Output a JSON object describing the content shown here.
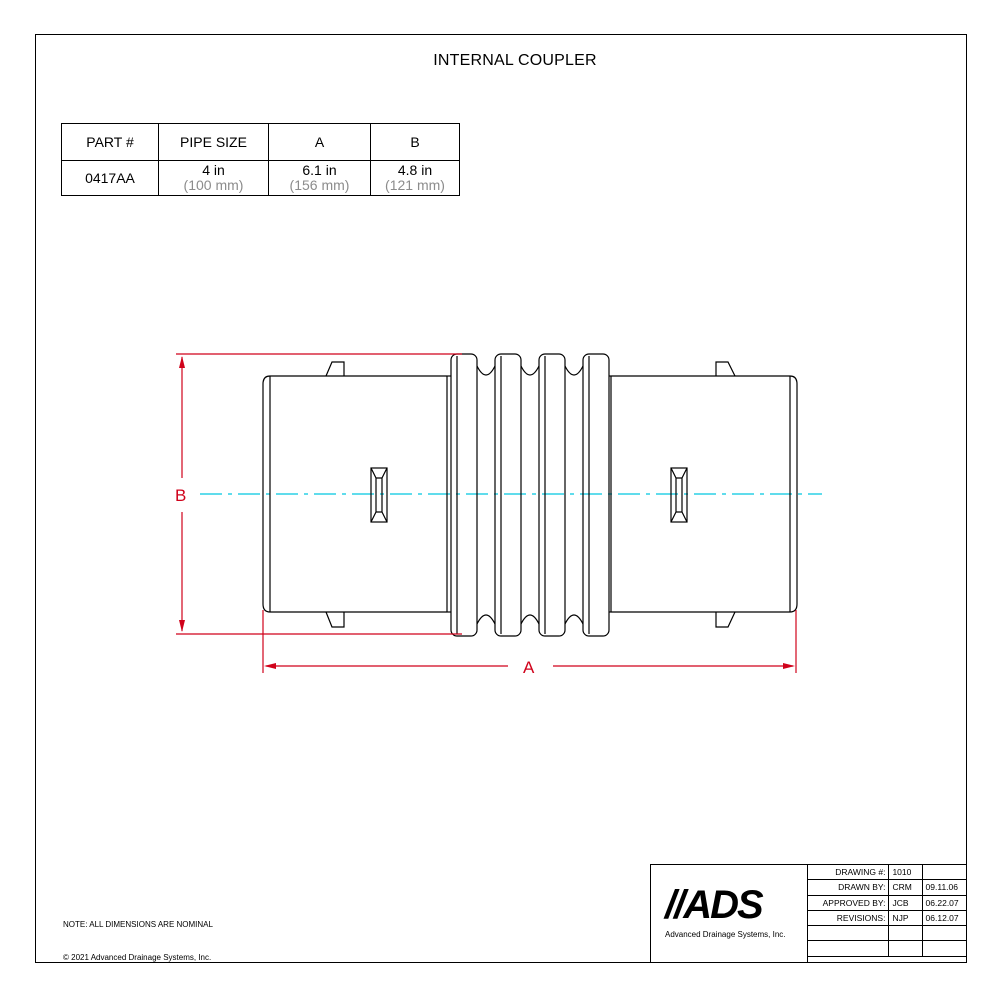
{
  "drawing_title": "INTERNAL COUPLER",
  "spec_table": {
    "headers": [
      "PART #",
      "PIPE SIZE",
      "A",
      "B"
    ],
    "row": {
      "part": "0417AA",
      "pipe_size": "4 in",
      "pipe_size_metric": "(100 mm)",
      "a": "6.1 in",
      "a_metric": "(156 mm)",
      "b": "4.8 in",
      "b_metric": "(121 mm)"
    }
  },
  "dimensions": {
    "a_label": "A",
    "b_label": "B"
  },
  "colors": {
    "dimension": "#d0021b",
    "centerline": "#00c8e0",
    "outline": "#000000"
  },
  "note": "NOTE: ALL DIMENSIONS ARE NOMINAL",
  "copyright": "© 2021 Advanced Drainage Systems, Inc.",
  "title_block": {
    "logo_text": "//ADS",
    "logo_subtitle": "Advanced Drainage Systems, Inc.",
    "rows": [
      {
        "label": "DRAWING #:",
        "initials": "1010",
        "date": ""
      },
      {
        "label": "DRAWN BY:",
        "initials": "CRM",
        "date": "09.11.06"
      },
      {
        "label": "APPROVED BY:",
        "initials": "JCB",
        "date": "06.22.07"
      },
      {
        "label": "REVISIONS:",
        "initials": "NJP",
        "date": "06.12.07"
      },
      {
        "label": "",
        "initials": "",
        "date": ""
      },
      {
        "label": "",
        "initials": "",
        "date": ""
      }
    ]
  }
}
